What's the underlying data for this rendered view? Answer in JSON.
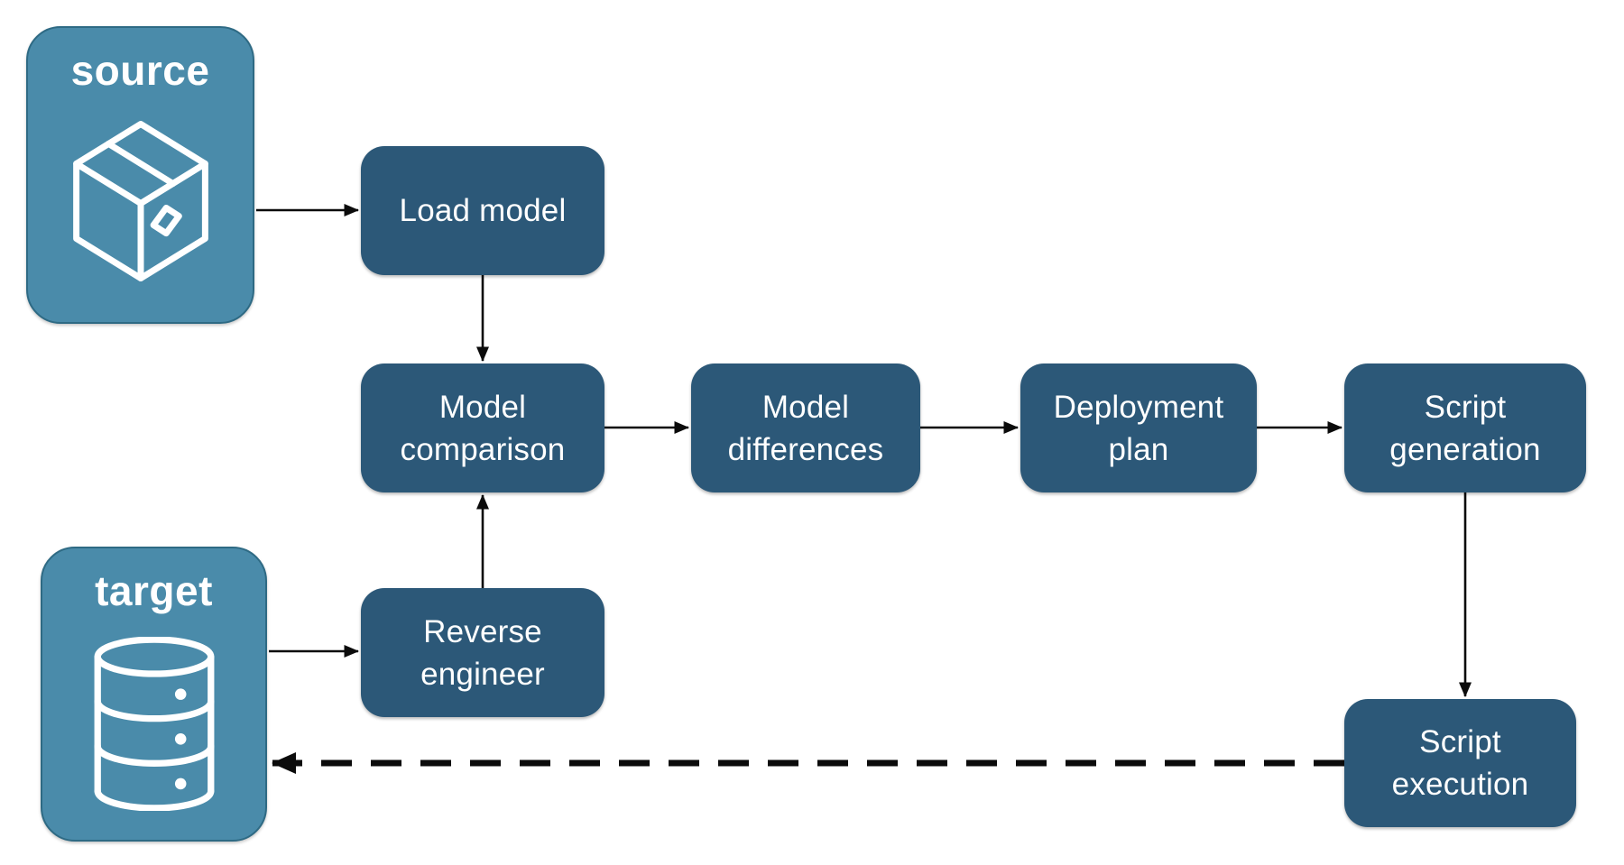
{
  "diagram": {
    "type": "flowchart",
    "background": "#ffffff",
    "colors": {
      "node_dark_fill": "#2C5878",
      "endpoint_light_fill": "#4A8BAA",
      "endpoint_border": "#2E6A84",
      "node_text": "#ffffff",
      "arrow": "#0b0b0b"
    },
    "endpoints": {
      "source": {
        "label": "source",
        "icon": "package-icon"
      },
      "target": {
        "label": "target",
        "icon": "database-icon"
      }
    },
    "steps": {
      "load_model": {
        "label": "Load model"
      },
      "model_comparison": {
        "label": "Model\ncomparison"
      },
      "model_differences": {
        "label": "Model\ndifferences"
      },
      "deployment_plan": {
        "label": "Deployment\nplan"
      },
      "script_generation": {
        "label": "Script\ngeneration"
      },
      "script_execution": {
        "label": "Script\nexecution"
      },
      "reverse_engineer": {
        "label": "Reverse\nengineer"
      }
    },
    "edges": [
      {
        "from": "source",
        "to": "load_model",
        "style": "solid"
      },
      {
        "from": "load_model",
        "to": "model_comparison",
        "style": "solid"
      },
      {
        "from": "model_comparison",
        "to": "model_differences",
        "style": "solid"
      },
      {
        "from": "model_differences",
        "to": "deployment_plan",
        "style": "solid"
      },
      {
        "from": "deployment_plan",
        "to": "script_generation",
        "style": "solid"
      },
      {
        "from": "script_generation",
        "to": "script_execution",
        "style": "solid"
      },
      {
        "from": "script_execution",
        "to": "target",
        "style": "dashed"
      },
      {
        "from": "target",
        "to": "reverse_engineer",
        "style": "solid"
      },
      {
        "from": "reverse_engineer",
        "to": "model_comparison",
        "style": "solid"
      }
    ]
  }
}
